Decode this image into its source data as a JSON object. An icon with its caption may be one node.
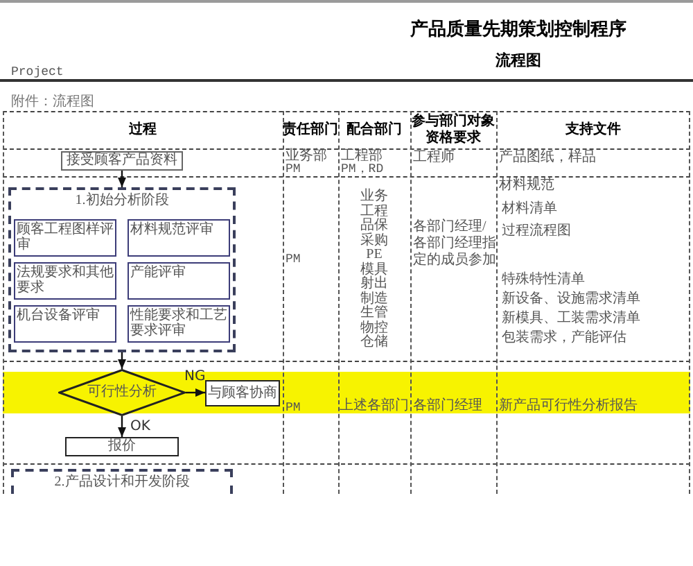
{
  "diagram": {
    "title": "产品质量先期策划控制程序",
    "nodes": [
      {
        "text": [
          "接受顾客产品资料"
        ]
      },
      {
        "text": [
          "1.初始分析阶段"
        ]
      },
      {
        "text": [
          "顾客工程图样评审"
        ],
        "in": 1
      },
      {
        "text": [
          "材料规范评审"
        ],
        "in": 1
      },
      {
        "text": [
          "法规要求和其他要求"
        ],
        "in": 1
      },
      {
        "text": [
          "产能评审"
        ],
        "in": 1
      },
      {
        "text": [
          "机台设备评审"
        ],
        "in": 1
      },
      {
        "text": [
          "性能要求和工艺要求评审"
        ],
        "in": 1
      },
      {
        "text": [
          "可行性分析"
        ]
      },
      {
        "text": [
          "与顾客协商"
        ]
      },
      {
        "text": [
          "报价"
        ]
      },
      {
        "text": [
          "2.产品设计和开发阶段"
        ]
      }
    ],
    "edges": [
      {
        "from": 0,
        "to": 1,
        "arrow": "to"
      },
      {
        "from": 1,
        "to": 8,
        "arrow": "to"
      },
      {
        "from": 8,
        "to": 9,
        "arrow": "to",
        "label": "NG"
      },
      {
        "from": 8,
        "to": 10,
        "arrow": "to",
        "label": "OK"
      }
    ],
    "labels": [
      "流程图",
      "Project",
      "附件：流程图",
      "过程",
      "责任部门",
      "配合部门",
      "参与部门对象资格要求",
      "支持文件",
      "业务部",
      "PM",
      "工程部",
      "PM，RD",
      "工程师",
      "产品图纸，样品",
      "PM",
      "业务",
      "工程",
      "品保",
      "采购",
      "PE",
      "模具",
      "射出",
      "制造",
      "生管",
      "物控",
      "仓储",
      "各部门经理/各部门经理指定的成员参加",
      "材料规范",
      "材料清单",
      "过程流程图",
      "特殊特性清单",
      "新设备、设施需求清单",
      "新模具、工装需求清单",
      "包装需求，产能评估",
      "PM",
      "上述各部门",
      "各部门经理",
      "新产品可行性分析报告"
    ]
  }
}
